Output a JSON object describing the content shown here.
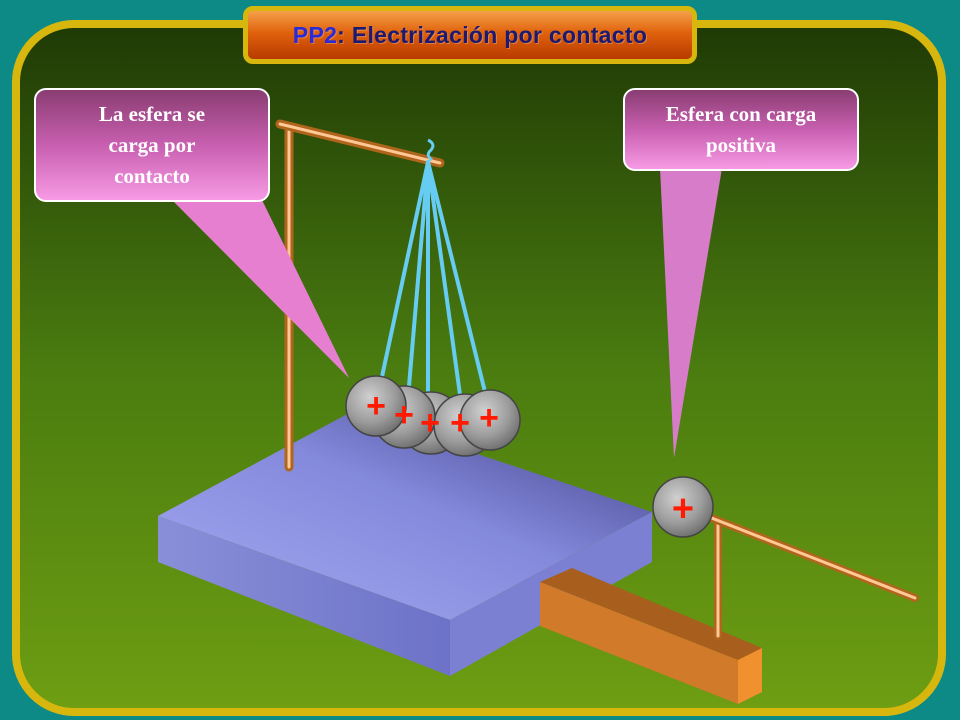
{
  "title": {
    "code": "PP2",
    "text": ": Electrización por contacto"
  },
  "callouts": {
    "left_line1": "La esfera se",
    "left_line2": "carga por",
    "left_line3": "contacto",
    "right_line1": "Esfera con carga",
    "right_line2": "positiva"
  },
  "charges": {
    "pendulum": [
      "+",
      "+",
      "+",
      "+",
      "+"
    ],
    "fixed_sphere": "+"
  },
  "colors": {
    "border_yellow": "#d7b70e",
    "teal_background": "#0e8a86",
    "board_top": "#8d93e0",
    "thread": "#66ccf2",
    "rod_orange": "#ee9a4a",
    "plus_red": "#ff1a00"
  }
}
